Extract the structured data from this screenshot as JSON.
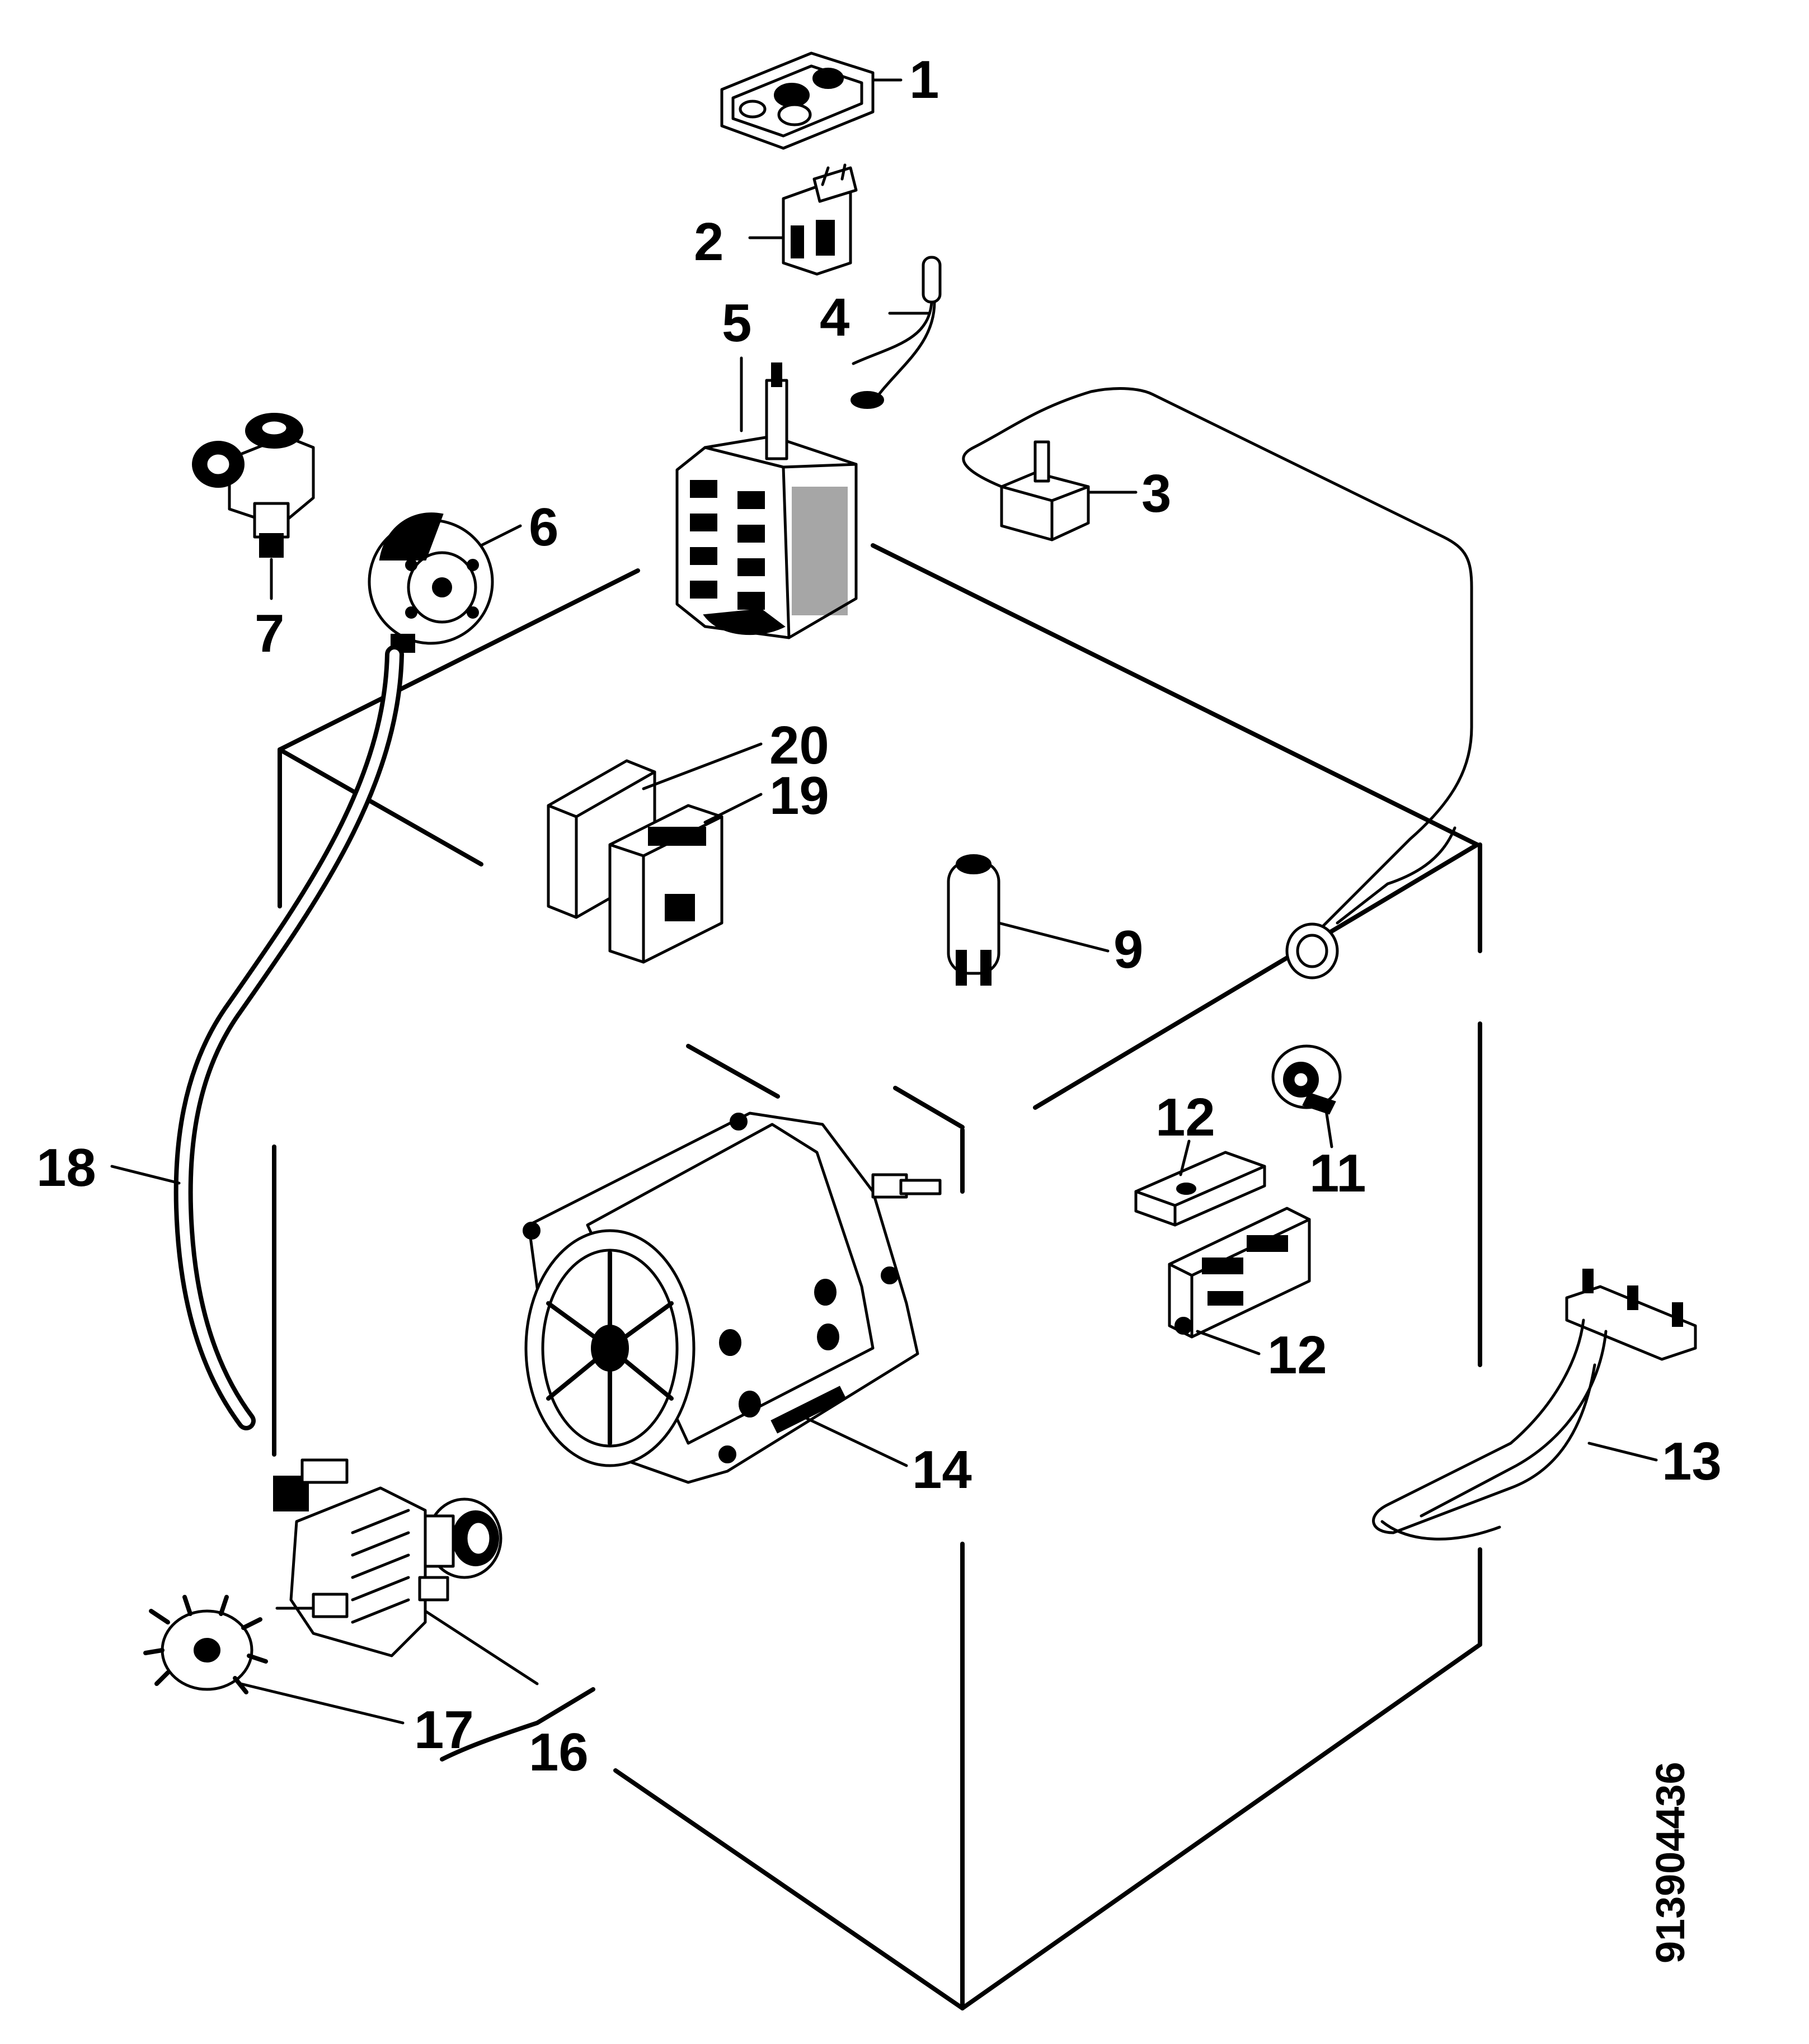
{
  "labels": {
    "p1": "1",
    "p2": "2",
    "p3": "3",
    "p4": "4",
    "p5": "5",
    "p6": "6",
    "p7": "7",
    "p9": "9",
    "p11": "11",
    "p12a": "12",
    "p12b": "12",
    "p13": "13",
    "p14": "14",
    "p16": "16",
    "p17": "17",
    "p18": "18",
    "p19": "19",
    "p20": "20"
  },
  "reference_code": "913904436"
}
